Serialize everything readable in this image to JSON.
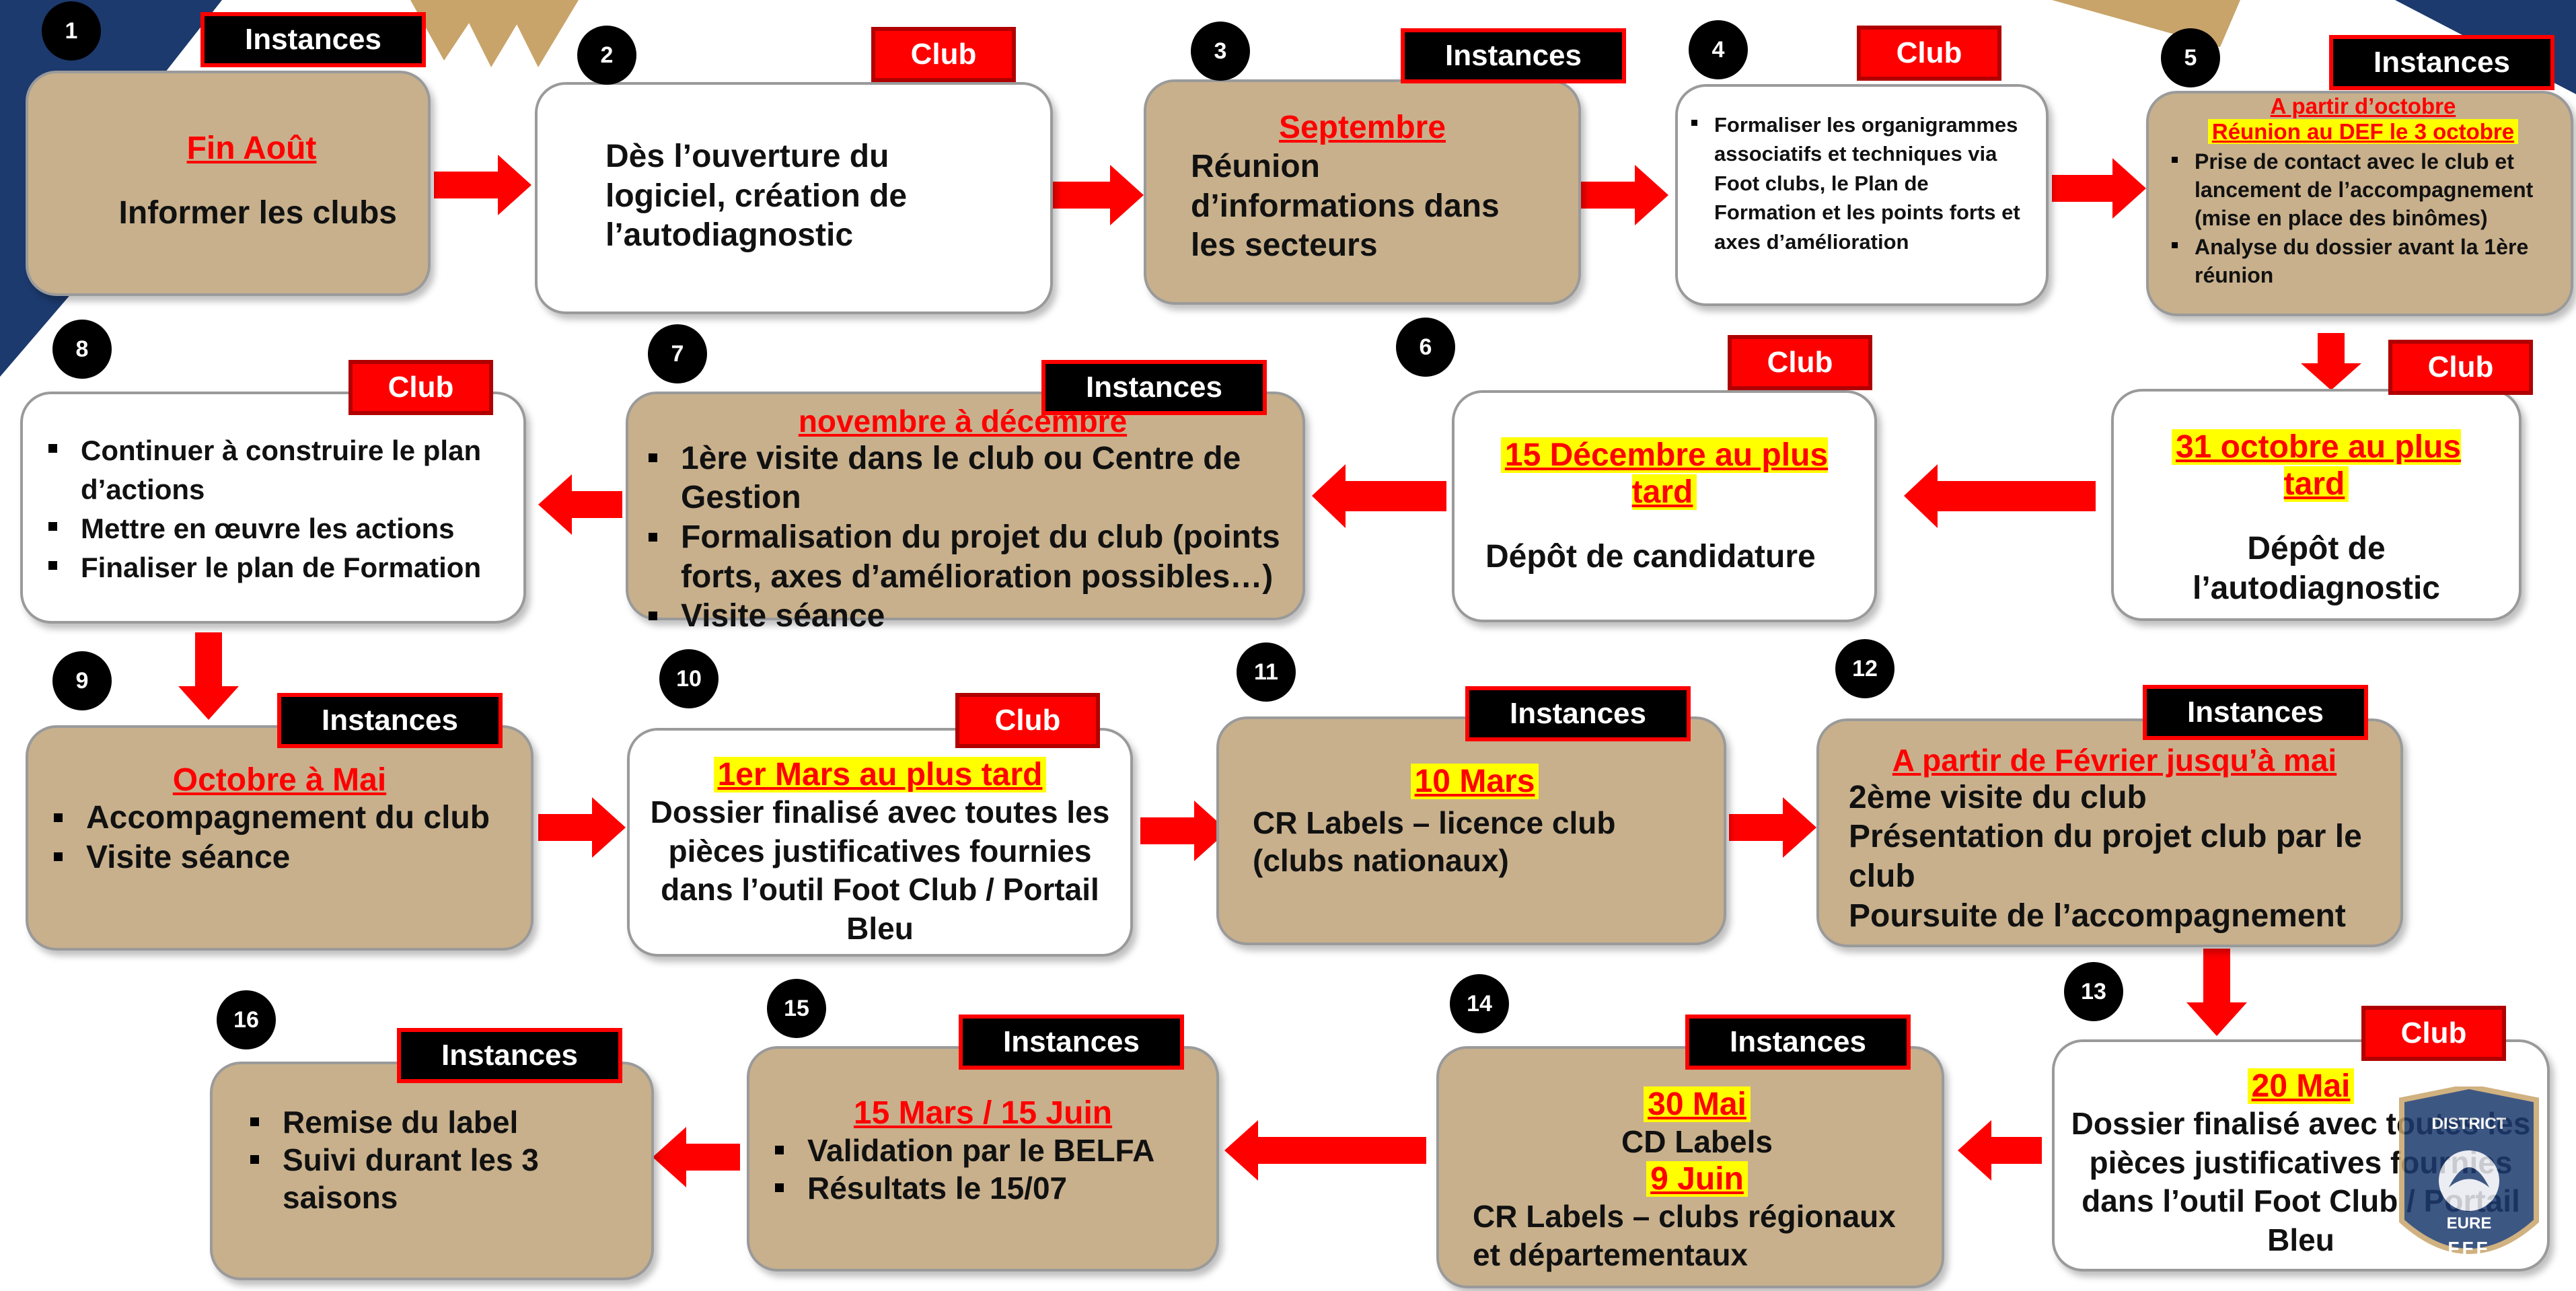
{
  "labels": {
    "instances": "Instances",
    "club": "Club"
  },
  "steps": [
    {
      "num": "1",
      "tag": "Instances",
      "date": "Fin Août",
      "text": "Informer les clubs"
    },
    {
      "num": "2",
      "tag": "Club",
      "text": "Dès l’ouverture du logiciel, création de l’autodiagnostic"
    },
    {
      "num": "3",
      "tag": "Instances",
      "date": "Septembre",
      "text": "Réunion d’informations dans les secteurs"
    },
    {
      "num": "4",
      "tag": "Club",
      "bullets": [
        "Formaliser les organigrammes associatifs et techniques via Foot clubs, le Plan de Formation et les points forts et axes d’amélioration"
      ]
    },
    {
      "num": "5",
      "tag": "Instances",
      "date": "A partir d’octobre",
      "date2": "Réunion au DEF le 3 octobre",
      "bullets": [
        "Prise de contact avec le club et lancement de l’accompagnement (mise en place des binômes)",
        "Analyse du dossier avant la 1ère réunion"
      ]
    },
    {
      "num": "",
      "tag": "Club",
      "date": "31 octobre au plus tard",
      "text": "Dépôt de l’autodiagnostic"
    },
    {
      "num": "6",
      "tag": "Club",
      "date": "15 Décembre au plus tard",
      "text": "Dépôt de candidature"
    },
    {
      "num": "7",
      "tag": "Instances",
      "date": "novembre à décembre",
      "bullets": [
        "1ère visite dans le club ou Centre de Gestion",
        "Formalisation du projet du club (points forts, axes d’amélioration possibles…)",
        "Visite séance"
      ]
    },
    {
      "num": "8",
      "tag": "Club",
      "bullets": [
        "Continuer à construire le plan d’actions",
        "Mettre en œuvre les actions",
        "Finaliser le plan de Formation"
      ]
    },
    {
      "num": "9",
      "tag": "Instances",
      "date": "Octobre à Mai",
      "bullets": [
        "Accompagnement du club",
        "Visite séance"
      ]
    },
    {
      "num": "10",
      "tag": "Club",
      "date": "1er Mars au plus tard",
      "text": "Dossier finalisé avec toutes les pièces justificatives fournies dans l’outil Foot Club / Portail Bleu"
    },
    {
      "num": "11",
      "tag": "Instances",
      "date": "10 Mars",
      "text": "CR Labels – licence club (clubs nationaux)"
    },
    {
      "num": "12",
      "tag": "Instances",
      "date": "A partir de Février jusqu’à mai",
      "lines": [
        "2ème visite du club",
        "Présentation du projet club par le club",
        "Poursuite de l’accompagnement"
      ]
    },
    {
      "num": "13",
      "tag": "Club",
      "date": "20 Mai",
      "text": "Dossier finalisé avec toutes les pièces justificatives fournies dans l’outil Foot Club / Portail Bleu"
    },
    {
      "num": "14",
      "tag": "Instances",
      "date": "30 Mai",
      "text": "CD Labels",
      "date2": "9 Juin",
      "text2": "CR Labels – clubs régionaux et départementaux"
    },
    {
      "num": "15",
      "tag": "Instances",
      "date": "15 Mars / 15 Juin",
      "bullets": [
        "Validation par le BELFA",
        "Résultats le 15/07"
      ]
    },
    {
      "num": "16",
      "tag": "Instances",
      "bullets": [
        "Remise du label",
        "Suivi durant les 3 saisons"
      ]
    }
  ],
  "logo": {
    "top": "DISTRICT",
    "mid": "EURE",
    "bottom": "FFF"
  },
  "colors": {
    "tan": "#c8b08c",
    "red": "#ff0000",
    "highlight": "#ffff00",
    "black": "#000000"
  }
}
